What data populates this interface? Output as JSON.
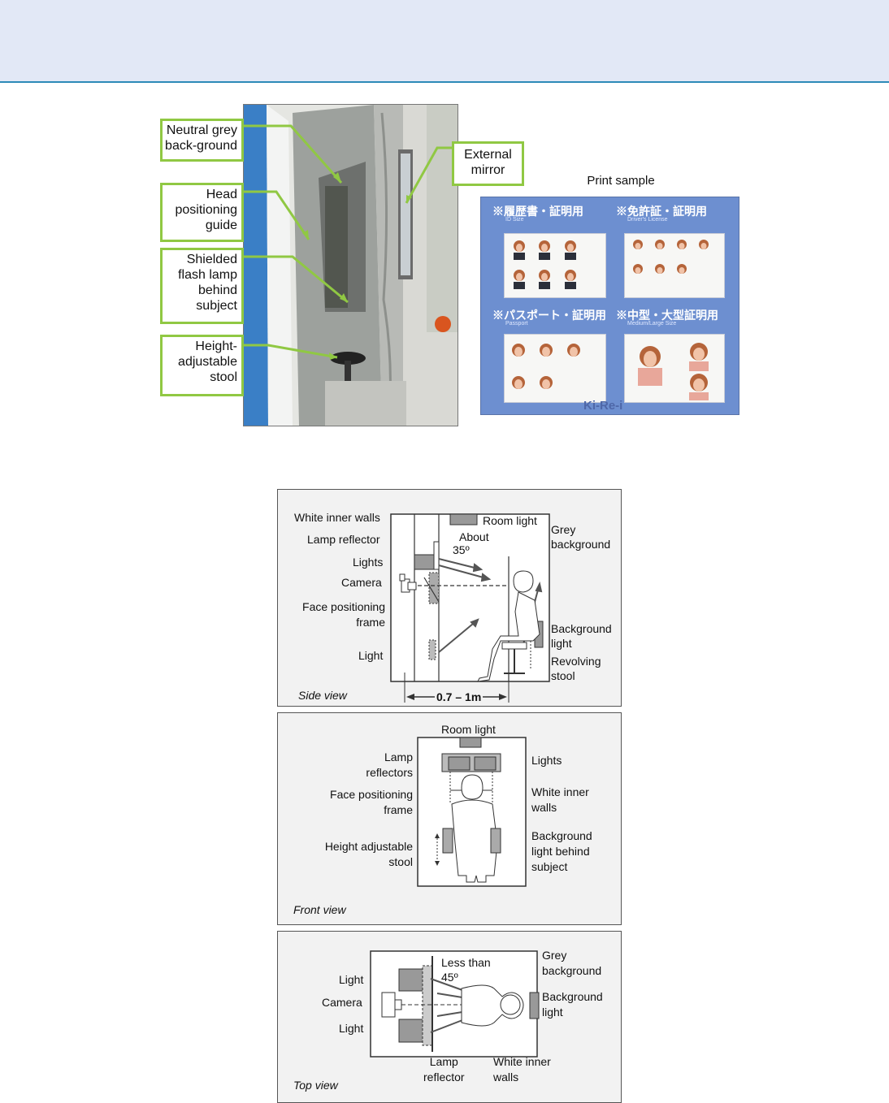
{
  "photo_callouts": {
    "background": [
      "Neutral grey",
      "back-ground"
    ],
    "head_guide": [
      "Head",
      "positioning",
      "guide"
    ],
    "flash": [
      "Shielded",
      "flash lamp",
      "behind",
      "subject"
    ],
    "stool": [
      "Height-",
      "adjustable",
      "stool"
    ],
    "mirror": [
      "External",
      "mirror"
    ]
  },
  "print_sample": {
    "title": "Print sample",
    "sections": [
      {
        "title": "※履歴書・証明用",
        "subtitle": "ID Size"
      },
      {
        "title": "※免許証・証明用",
        "subtitle": "Driver's License"
      },
      {
        "title": "※パスポート・証明用",
        "subtitle": "Passport"
      },
      {
        "title": "※中型・大型証明用",
        "subtitle": "Medium/Large Size"
      }
    ],
    "footer_text": "Ki-Re-i"
  },
  "side_view": {
    "title": "Side view",
    "labels": {
      "white_inner_walls": "White inner walls",
      "lamp_reflector": "Lamp reflector",
      "lights": "Lights",
      "camera": "Camera",
      "face_frame": [
        "Face positioning",
        "frame"
      ],
      "light": "Light",
      "room_light": "Room light",
      "about": [
        "About",
        "35º"
      ],
      "grey_background": [
        "Grey",
        "background"
      ],
      "background_light": [
        "Background",
        "light"
      ],
      "revolving_stool": [
        "Revolving",
        "stool"
      ],
      "distance": "0.7 – 1m"
    }
  },
  "front_view": {
    "title": "Front view",
    "labels": {
      "room_light": "Room light",
      "lamp_reflectors": [
        "Lamp",
        "reflectors"
      ],
      "face_frame": [
        "Face positioning",
        "frame"
      ],
      "stool": [
        "Height adjustable",
        "stool"
      ],
      "lights": "Lights",
      "white_inner_walls": [
        "White inner",
        "walls"
      ],
      "background_light": [
        "Background",
        "light behind",
        "subject"
      ]
    }
  },
  "top_view": {
    "title": "Top view",
    "labels": {
      "light_top": "Light",
      "camera": "Camera",
      "light_bottom": "Light",
      "angle": [
        "Less than",
        "45º"
      ],
      "grey_background": [
        "Grey",
        "background"
      ],
      "background_light": [
        "Background",
        "light"
      ],
      "lamp_reflector": [
        "Lamp",
        "reflector"
      ],
      "white_inner_walls": [
        "White inner",
        "walls"
      ]
    }
  },
  "colors": {
    "header_band": "#e2e8f6",
    "header_rule": "#2d8ab8",
    "callout_border": "#90c843",
    "print_background": "#6d8fd0"
  }
}
